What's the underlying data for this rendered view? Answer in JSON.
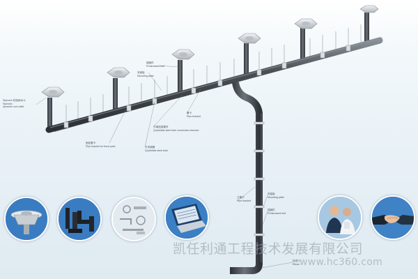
{
  "labels": {
    "outlet_left_zh": "Siphonic 虹吸雨水斗",
    "outlet_left_en1": "Siphonic",
    "outlet_left_en2": "dynamic roof outlet",
    "anchor_zh": "锚固件",
    "anchor_en": "Prestressed bolt",
    "mount_plate_zh": "安装板",
    "mount_plate_en": "Mounting plate",
    "pipe_bracket_zh": "管卡",
    "pipe_bracket_en": "Pipe bracket",
    "square_steel_zh": "方钢连接管件",
    "square_steel_en": "Quadrilate steel tube connection element",
    "fixed_point_zh": "固定管卡",
    "fixed_point_en": "Pipe bracket for fixed point",
    "steel_tube_zh": "方形钢管",
    "steel_tube_en": "Quadrilate steel tube",
    "vertical_bracket_zh": "立管卡",
    "vertical_bracket_en": "Pipe bracket",
    "vertical_plate_zh": "安装板",
    "vertical_plate_en": "Mounting plate",
    "vertical_anchor_zh": "锚固件",
    "vertical_anchor_en": "Prestressed bolt",
    "bottom_zh": "检查口",
    "bottom_en": "Elbow"
  },
  "watermark": {
    "company": "凯任利通工程技术发展有限公司",
    "site": "www.hc360.com"
  },
  "photos": [
    "roof-outlet",
    "pipe-fittings",
    "bracket-parts",
    "laptop-software",
    "engineers-team",
    "handshake"
  ],
  "colors": {
    "pipe": "#3e4247",
    "pipe_highlight": "#7a8088",
    "rail": "#b9c1c8",
    "outlet_cap": "#d8dce0"
  }
}
